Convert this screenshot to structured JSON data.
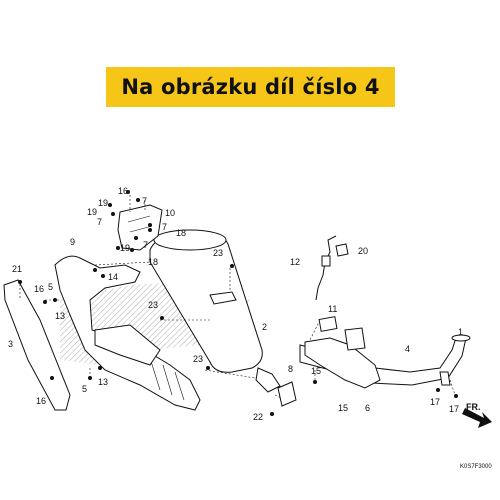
{
  "banner": {
    "text": "Na obrázku díl číslo 4",
    "bg": "#f5c518"
  },
  "parts": [
    "1",
    "2",
    "3",
    "4",
    "5",
    "6",
    "7",
    "8",
    "9",
    "10",
    "11",
    "12",
    "13",
    "14",
    "15",
    "16",
    "17",
    "18",
    "19",
    "20",
    "21",
    "22",
    "23"
  ],
  "labels": {
    "p16a": "16",
    "p19a": "19",
    "p7a": "7",
    "p19b": "19",
    "p10": "10",
    "p7b": "7",
    "p7c": "7",
    "p7d": "7",
    "p18a": "18",
    "p19c": "19",
    "p18b": "18",
    "p9": "9",
    "p14": "14",
    "p23a": "23",
    "p20": "20",
    "p12": "12",
    "p21": "21",
    "p5a": "5",
    "p16b": "16",
    "p13a": "13",
    "p23b": "23",
    "p2": "2",
    "p11": "11",
    "p1": "1",
    "p3": "3",
    "p4": "4",
    "p23c": "23",
    "p8": "8",
    "p5b": "5",
    "p13b": "13",
    "p16c": "16",
    "p15a": "15",
    "p15b": "15",
    "p6": "6",
    "p17a": "17",
    "p17b": "17",
    "p22": "22"
  },
  "direction_label": "FR.",
  "diagram_code": "K0S7F3000"
}
